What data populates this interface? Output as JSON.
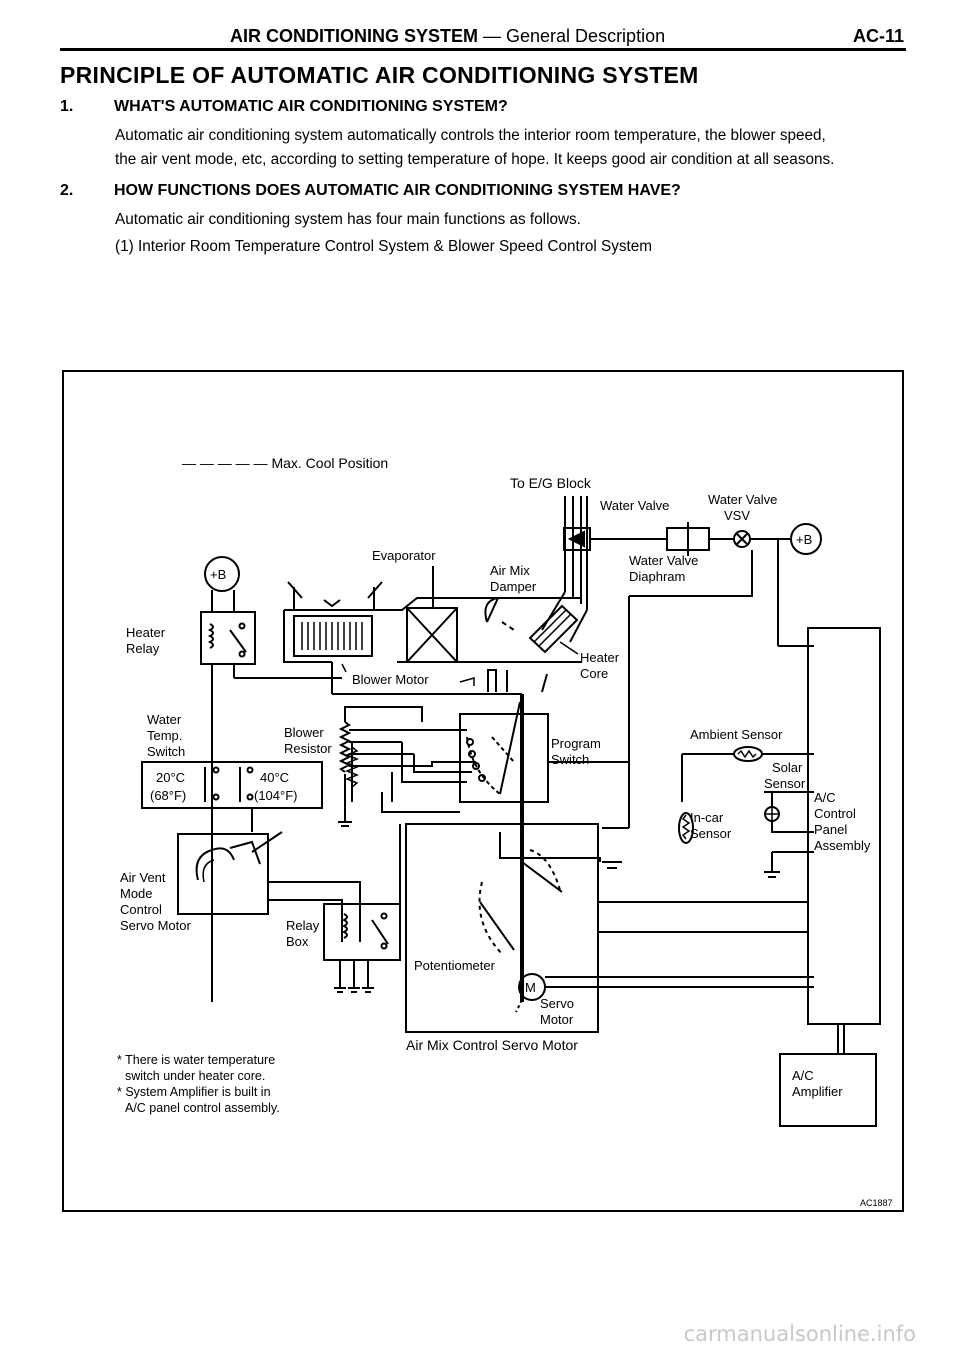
{
  "header": {
    "title_bold": "AIR CONDITIONING SYSTEM",
    "title_rest": " — General Description",
    "page_num": "AC-11"
  },
  "main_title": "PRINCIPLE OF AUTOMATIC AIR CONDITIONING SYSTEM",
  "section1": {
    "num": "1.",
    "heading": "WHAT'S AUTOMATIC AIR CONDITIONING SYSTEM?",
    "line1": "Automatic air conditioning system automatically controls the interior room temperature, the blower speed,",
    "line2": "the air vent mode, etc, according to setting temperature of hope. It keeps good air condition at all seasons."
  },
  "section2": {
    "num": "2.",
    "heading": "HOW FUNCTIONS DOES AUTOMATIC AIR CONDITIONING SYSTEM HAVE?",
    "line1": "Automatic air conditioning system has four main functions as follows.",
    "line2": "(1)  Interior Room Temperature Control System & Blower Speed Control System"
  },
  "diagram": {
    "legend": "— — — — —  Max. Cool Position",
    "to_eg_block": "To E/G Block",
    "water_valve": "Water Valve",
    "water_valve_vsv_1": "Water Valve",
    "water_valve_vsv_2": "VSV",
    "plus_b": "+B",
    "evaporator": "Evaporator",
    "air_mix_1": "Air Mix",
    "air_mix_2": "Damper",
    "wv_diaphram_1": "Water Valve",
    "wv_diaphram_2": "Diaphram",
    "heater_relay_1": "Heater",
    "heater_relay_2": "Relay",
    "heater_core_1": "Heater",
    "heater_core_2": "Core",
    "blower_motor": "Blower Motor",
    "water_temp_1": "Water",
    "water_temp_2": "Temp.",
    "water_temp_3": "Switch",
    "blower_res_1": "Blower",
    "blower_res_2": "Resistor",
    "program_1": "Program",
    "program_2": "Switch",
    "ambient": "Ambient Sensor",
    "temp_low_1": "20°C",
    "temp_low_2": "(68°F)",
    "temp_high_1": "40°C",
    "temp_high_2": "(104°F)",
    "solar_1": "Solar",
    "solar_2": "Sensor",
    "acp_1": "A/C",
    "acp_2": "Control",
    "acp_3": "Panel",
    "acp_4": "Assembly",
    "incar_1": "In-car",
    "incar_2": "Sensor",
    "airvent_1": "Air Vent",
    "airvent_2": "Mode",
    "airvent_3": "Control",
    "airvent_4": "Servo Motor",
    "relaybox_1": "Relay",
    "relaybox_2": "Box",
    "potentiometer": "Potentiometer",
    "motor_m": "M",
    "servo_1": "Servo",
    "servo_2": "Motor",
    "airmix_servo": "Air Mix Control Servo Motor",
    "note1_1": "* There is water temperature",
    "note1_2": "switch under heater core.",
    "note2_1": "* System Amplifier is built in",
    "note2_2": "A/C panel control assembly.",
    "amp_1": "A/C",
    "amp_2": "Amplifier",
    "code": "AC1887"
  },
  "watermark": "carmanualsonline.info"
}
